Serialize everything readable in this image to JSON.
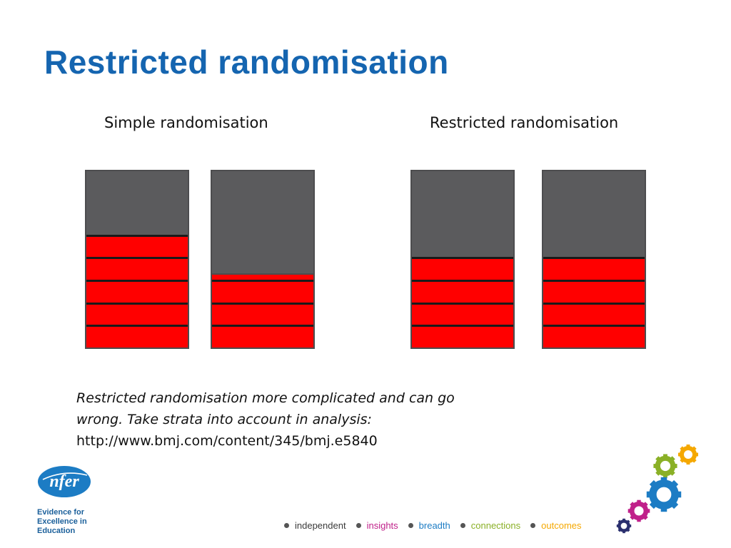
{
  "slide": {
    "title": "Restricted randomisation",
    "left_group": {
      "label": "Simple randomisation",
      "columns": [
        {
          "filled_blocks": 5
        },
        {
          "filled_blocks": 3.3
        }
      ]
    },
    "right_group": {
      "label": "Restricted randomisation",
      "columns": [
        {
          "filled_blocks": 4
        },
        {
          "filled_blocks": 4
        }
      ]
    },
    "capacity_blocks": 7.8,
    "note": {
      "line1": "Restricted randomisation more complicated and can go",
      "line2": "wrong. Take strata into account in analysis:",
      "url": "http://www.bmj.com/content/345/bmj.e5840"
    }
  },
  "branding": {
    "logo_text": "nfer",
    "tagline": [
      "Evidence for",
      "Excellence in",
      "Education"
    ],
    "footer_words": [
      {
        "text": "independent",
        "color": "#3a3a3a"
      },
      {
        "text": "insights",
        "color": "#c0208a"
      },
      {
        "text": "breadth",
        "color": "#1c7cc4"
      },
      {
        "text": "connections",
        "color": "#8ab026"
      },
      {
        "text": "outcomes",
        "color": "#f5a800"
      }
    ]
  },
  "colors": {
    "title": "#1565b0",
    "fill": "#ff0000",
    "empty": "#5b5b5d",
    "logo": "#1c7cc4",
    "gear_green": "#8ab026",
    "gear_yellow": "#f5a800",
    "gear_blue": "#1c7cc4",
    "gear_pink": "#c0208a",
    "gear_navy": "#2a2f6e"
  }
}
